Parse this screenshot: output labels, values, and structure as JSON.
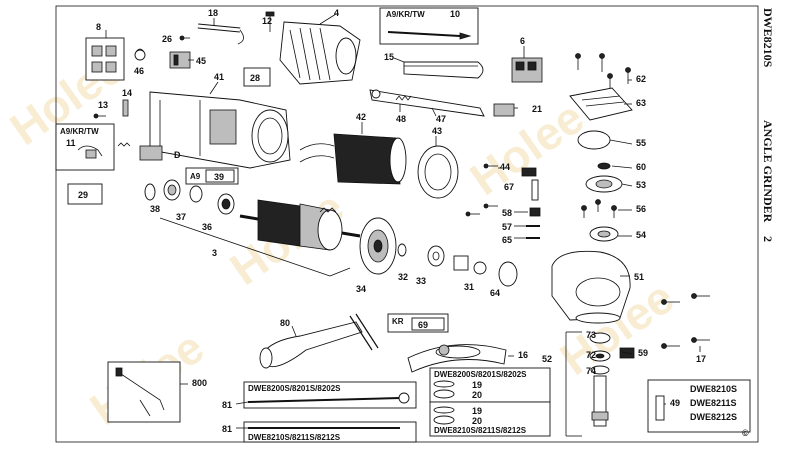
{
  "side_title": {
    "model": "DWE8210S",
    "product": "ANGLE GRINDER",
    "page": "2"
  },
  "watermark": {
    "brand": "Holee"
  },
  "callouts": [
    "8",
    "26",
    "45",
    "46",
    "18",
    "12",
    "4",
    "10",
    "28",
    "41",
    "15",
    "6",
    "62",
    "63",
    "21",
    "47",
    "48",
    "42",
    "13",
    "14",
    "11",
    "55",
    "43",
    "44",
    "60",
    "67",
    "53",
    "29",
    "39",
    "38",
    "37",
    "36",
    "56",
    "58",
    "57",
    "65",
    "3",
    "54",
    "32",
    "33",
    "31",
    "34",
    "64",
    "51",
    "80",
    "69",
    "73",
    "59",
    "72",
    "16",
    "52",
    "74",
    "17",
    "800",
    "19",
    "20",
    "81",
    "49",
    "19",
    "20",
    "81"
  ],
  "variant_boxes": {
    "a9_kr_tw_top": "A9/KR/TW",
    "a9_kr_tw_left": "A9/KR/TW",
    "a9": "A9",
    "kr": "KR",
    "dwe820x_top": "DWE8200S/8201S/8202S",
    "dwe820x_bottom": "DWE8200S/8201S/8202S",
    "dwe821x_top": "DWE8210S/8211S/8212S",
    "dwe821x_bottom": "DWE8210S/8211S/8212S",
    "models": [
      "DWE8210S",
      "DWE8211S",
      "DWE8212S"
    ]
  },
  "letter_marker": "D",
  "copyright": "©"
}
